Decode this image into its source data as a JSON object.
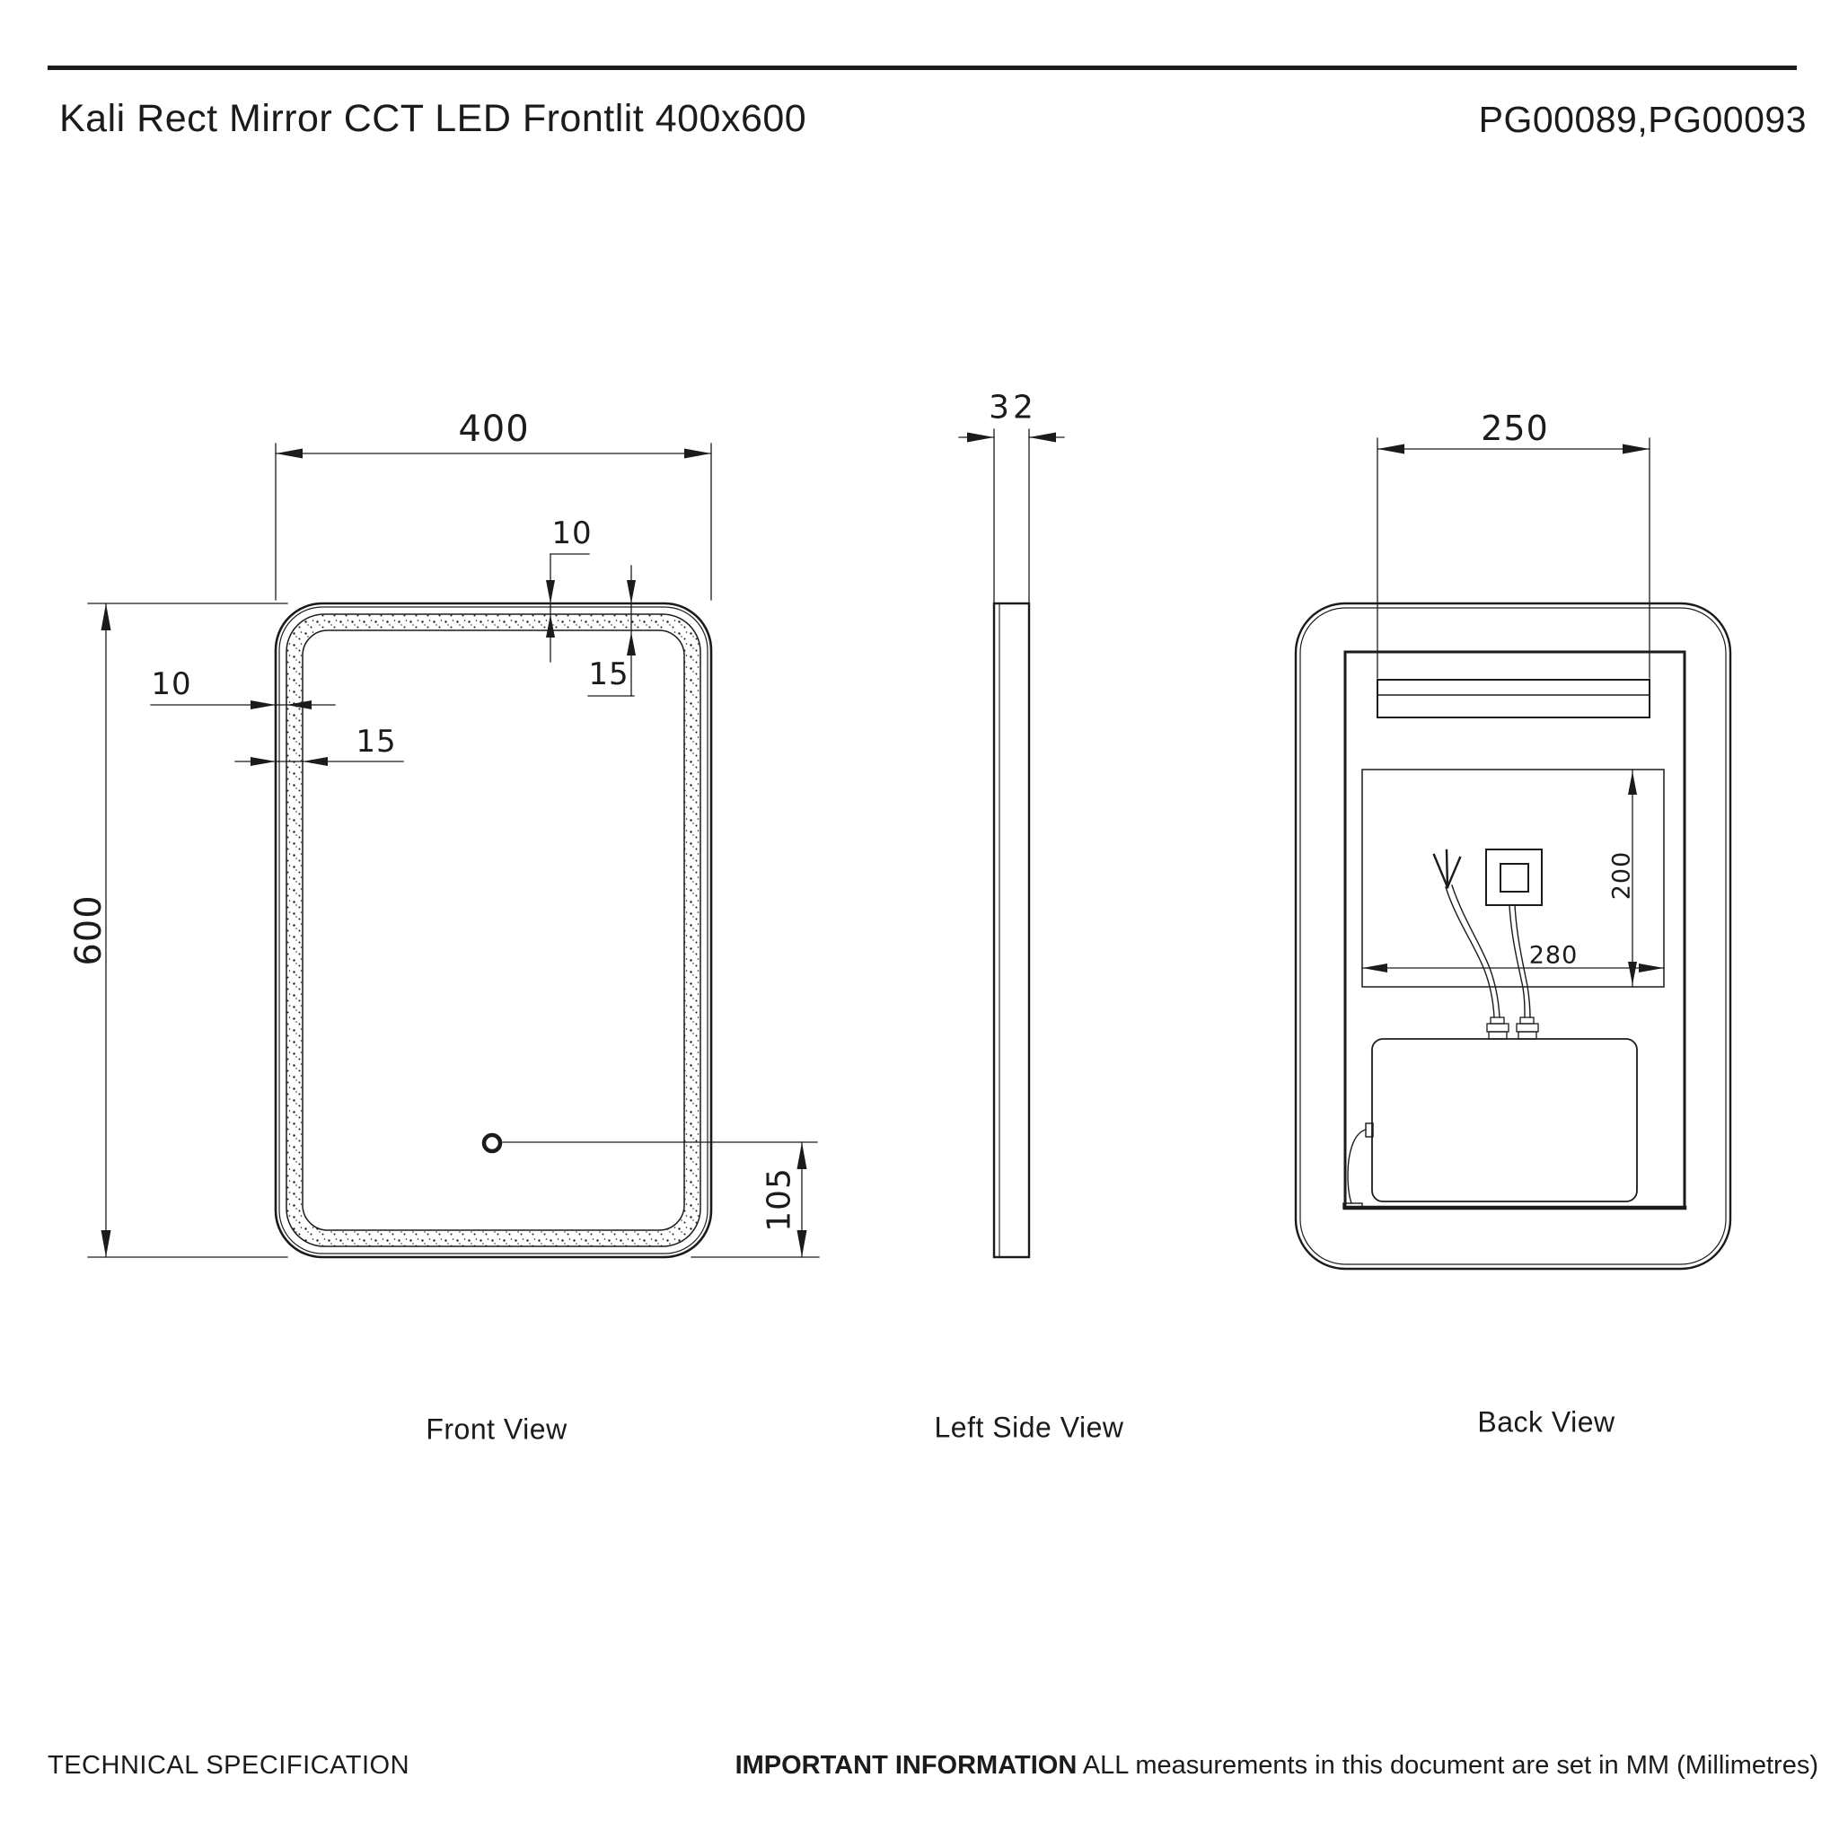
{
  "header": {
    "title": "Kali Rect Mirror CCT LED Frontlit 400x600",
    "product_codes": "PG00089,PG00093"
  },
  "views": {
    "front": {
      "label": "Front View",
      "dim_width": "400",
      "dim_height": "600",
      "dim_led_gap_top": "10",
      "dim_led_band_top": "15",
      "dim_led_gap_left": "10",
      "dim_led_band_left": "15",
      "dim_sensor_from_bottom": "105"
    },
    "side": {
      "label": "Left Side View",
      "dim_depth": "32"
    },
    "back": {
      "label": "Back View",
      "dim_bracket_width": "250",
      "dim_cutout_height": "200",
      "dim_cutout_width": "280"
    }
  },
  "footer": {
    "section_label": "TECHNICAL SPECIFICATION",
    "notice_label": "IMPORTANT INFORMATION",
    "notice_text": " ALL measurements in this document are set in MM (Millimetres)"
  }
}
